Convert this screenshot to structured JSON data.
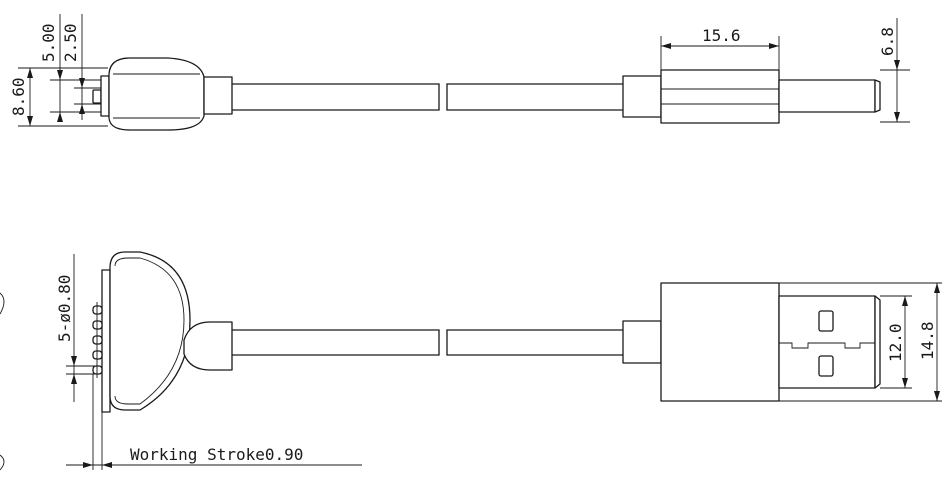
{
  "dimensions": {
    "cable_end_total_height": "8.60",
    "cable_end_outer": "5.00",
    "cable_end_inner": "2.50",
    "usb_body_length": "15.6",
    "usb_plug_thickness": "6.8",
    "pin_spec": "5-ø0.80",
    "plug_tongue_width": "12.0",
    "plug_outer_width": "14.8",
    "working_stroke": "Working Stroke0.90"
  }
}
